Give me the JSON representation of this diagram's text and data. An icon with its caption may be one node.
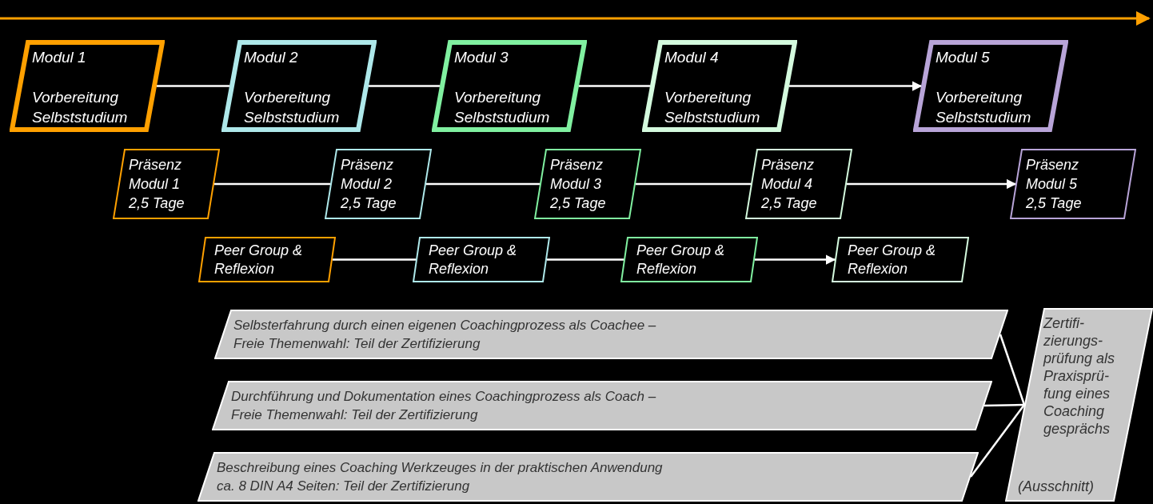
{
  "diagram": {
    "nodes": [
      {
        "text": [
          "Modul 1",
          "Vorbereitung Selbststudium"
        ]
      },
      {
        "text": [
          "Modul 2",
          "Vorbereitung Selbststudium"
        ]
      },
      {
        "text": [
          "Modul 3",
          "Vorbereitung Selbststudium"
        ]
      },
      {
        "text": [
          "Modul 4",
          "Vorbereitung Selbststudium"
        ]
      },
      {
        "text": [
          "Modul 5",
          "Vorbereitung Selbststudium"
        ]
      },
      {
        "text": [
          "Präsenz Modul 1 2,5 Tage"
        ]
      },
      {
        "text": [
          "Präsenz Modul 2 2,5 Tage"
        ]
      },
      {
        "text": [
          "Präsenz Modul 3 2,5 Tage"
        ]
      },
      {
        "text": [
          "Präsenz Modul 4 2,5 Tage"
        ]
      },
      {
        "text": [
          "Präsenz Modul 5 2,5 Tage"
        ]
      },
      {
        "text": [
          "Peer Group & Reflexion"
        ]
      },
      {
        "text": [
          "Peer Group & Reflexion"
        ]
      },
      {
        "text": [
          "Peer Group & Reflexion"
        ]
      },
      {
        "text": [
          "Peer Group & Reflexion"
        ]
      },
      {
        "text": [
          "Selbsterfahrung durch einen eigenen Coachingprozess als Coachee –",
          "Freie Themenwahl: Teil der Zertifizierung"
        ]
      },
      {
        "text": [
          "Durchführung und Dokumentation eines Coachingprozess als Coach –",
          "Freie Themenwahl: Teil der Zertifizierung"
        ]
      },
      {
        "text": [
          "Beschreibung eines Coaching Werkzeuges in der praktischen Anwendung",
          "ca. 8 DIN A4 Seiten: Teil der Zertifizierung"
        ]
      },
      {
        "text": [
          "Zertifi- zierungs- prüfung als Praxisprü- fung eines Coaching gesprächs",
          "(Ausschnitt)"
        ]
      }
    ],
    "edges": [
      {
        "from": 0,
        "to": 1,
        "arrow": "none"
      },
      {
        "from": 1,
        "to": 2,
        "arrow": "none"
      },
      {
        "from": 2,
        "to": 3,
        "arrow": "none"
      },
      {
        "from": 3,
        "to": 4,
        "arrow": "to"
      },
      {
        "from": 5,
        "to": 6,
        "arrow": "none"
      },
      {
        "from": 6,
        "to": 7,
        "arrow": "none"
      },
      {
        "from": 7,
        "to": 8,
        "arrow": "none"
      },
      {
        "from": 8,
        "to": 9,
        "arrow": "to"
      },
      {
        "from": 10,
        "to": 11,
        "arrow": "none"
      },
      {
        "from": 11,
        "to": 12,
        "arrow": "none"
      },
      {
        "from": 12,
        "to": 13,
        "arrow": "to"
      },
      {
        "from": 14,
        "to": 17,
        "arrow": "none"
      },
      {
        "from": 15,
        "to": 17,
        "arrow": "none"
      },
      {
        "from": 16,
        "to": 17,
        "arrow": "none"
      }
    ]
  }
}
